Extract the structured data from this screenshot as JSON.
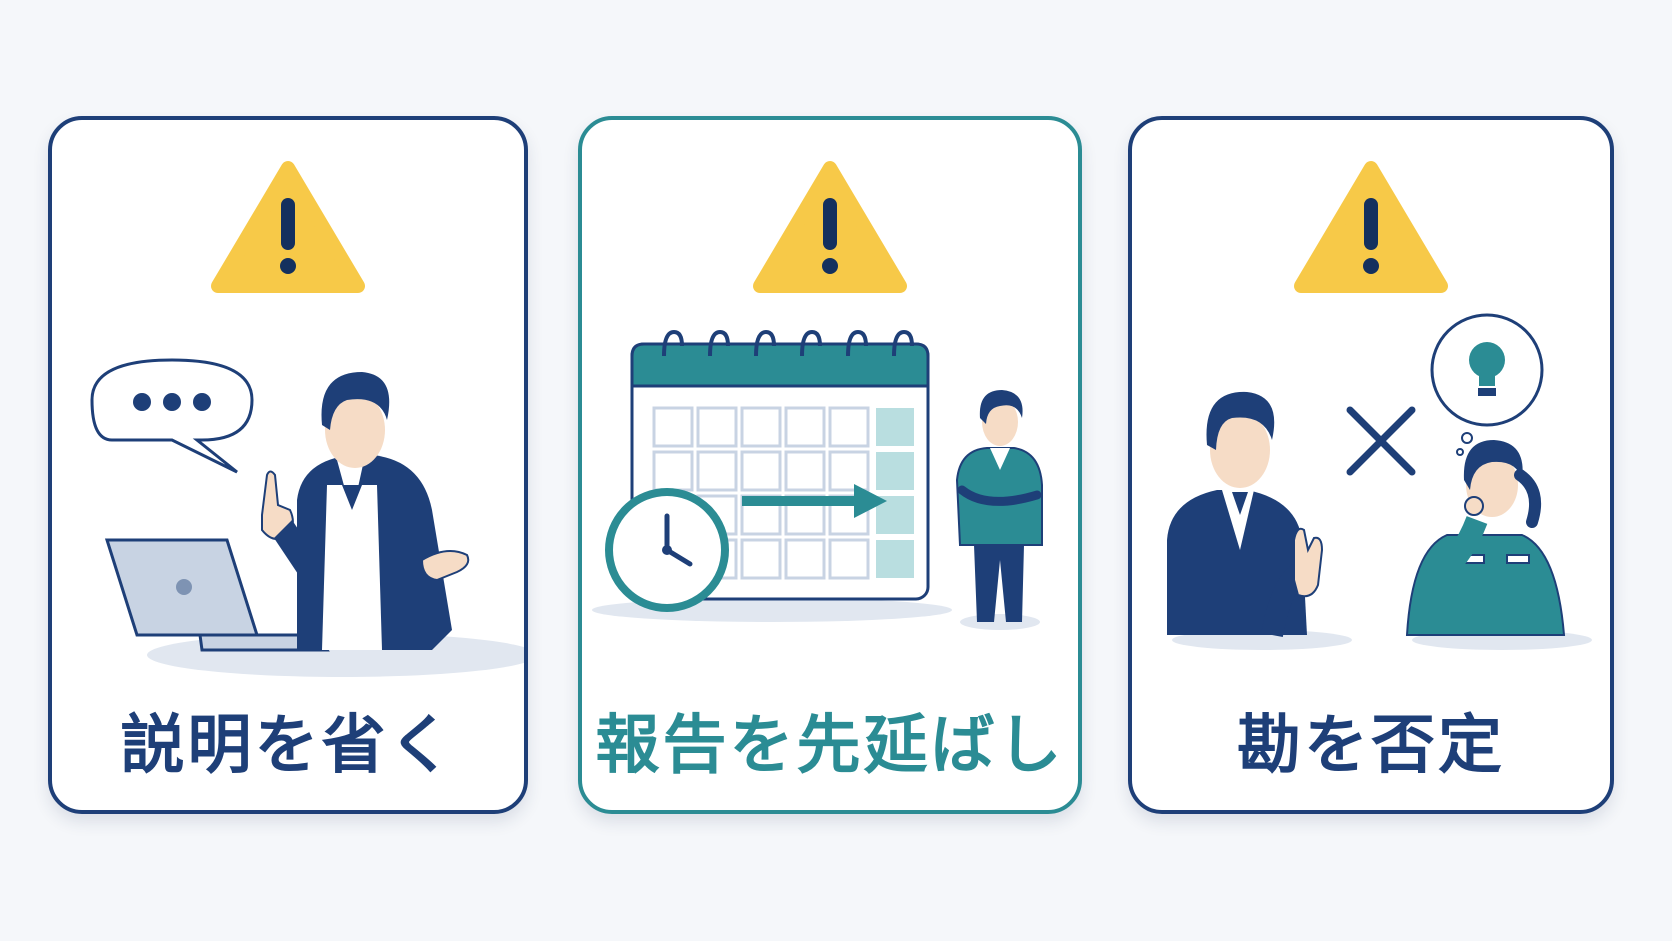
{
  "cards": [
    {
      "caption": "説明を省く",
      "icon": "warning-icon",
      "illustration": "presenter-speech-bubble",
      "accent": "#1e3f78"
    },
    {
      "caption": "報告を先延ばし",
      "icon": "warning-icon",
      "illustration": "calendar-postpone",
      "accent": "#2b8c94"
    },
    {
      "caption": "勘を否定",
      "icon": "warning-icon",
      "illustration": "reject-idea",
      "accent": "#1e3f78"
    }
  ],
  "colors": {
    "navy": "#1e3f78",
    "teal": "#2b8c94",
    "warning": "#f7c948",
    "background": "#f5f7fa"
  }
}
